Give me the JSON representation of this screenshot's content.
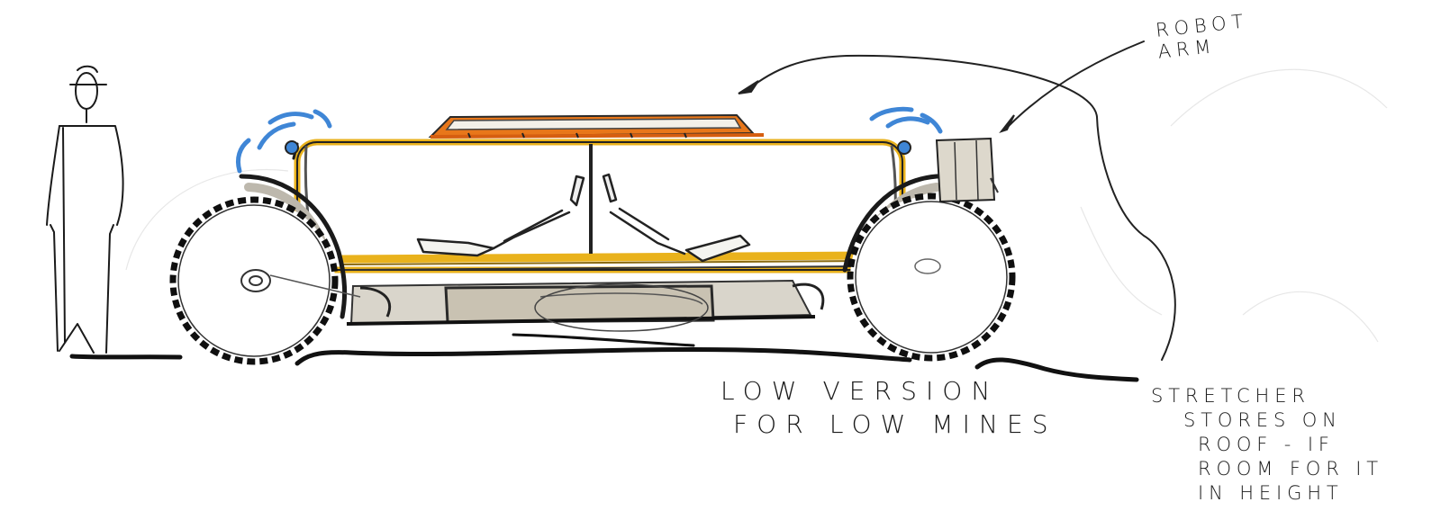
{
  "annotations": {
    "robot_arm": [
      "ROBOT",
      "ARM"
    ],
    "low_version": [
      "LOW VERSION",
      "FOR LOW MINES"
    ],
    "stretcher": [
      "STRETCHER",
      "STORES ON",
      "ROOF - IF",
      "ROOM FOR IT",
      "IN HEIGHT"
    ]
  },
  "colors": {
    "ink": "#151515",
    "orange_roof": "#e8771a",
    "yellow_frame": "#e9b21c",
    "blue_signal": "#3f86d6",
    "grey_shade": "#b8b3a8"
  }
}
